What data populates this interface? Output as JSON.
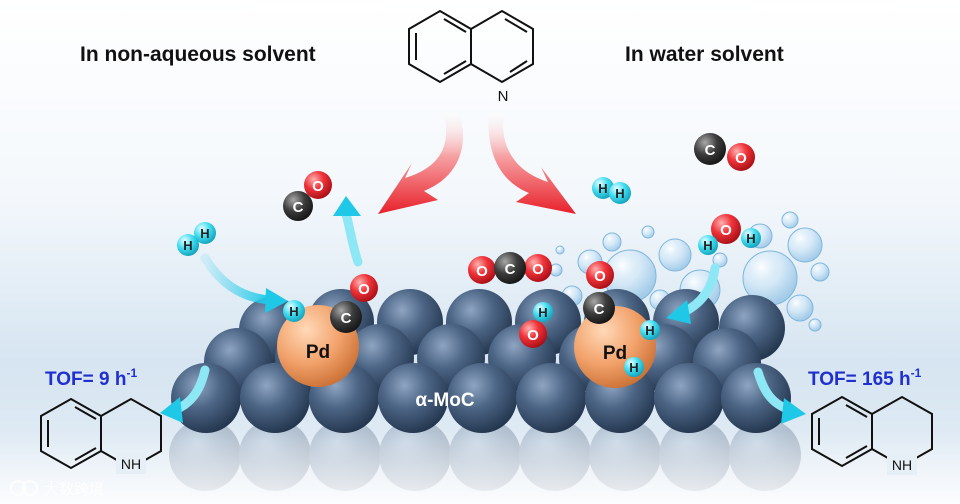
{
  "headings": {
    "left": "In non-aqueous solvent",
    "right": "In water solvent"
  },
  "catalyst": {
    "support_label": "α-MoC",
    "site_label": "Pd"
  },
  "tof": {
    "left": {
      "prefix": "TOF= 9 h",
      "sup": "-1"
    },
    "right": {
      "prefix": "TOF= 165 h",
      "sup": "-1"
    }
  },
  "atoms": {
    "carbon": "C",
    "oxygen": "O",
    "hydrogen": "H",
    "nitrogen": "N",
    "amine": "N",
    "amine_h": "H"
  },
  "watermark": "大数跨境",
  "colors": {
    "heading_text": "#111111",
    "tof_text": "#1f2fd0",
    "oxygen": "#e8202a",
    "carbon": "#3a3a3a",
    "hydrogen": "#39dcf0",
    "pd": "#f2a26b",
    "moc_sphere": "#3f5677",
    "arrow_red": "#e8202a",
    "arrow_cyan": "#3fd4ee"
  }
}
